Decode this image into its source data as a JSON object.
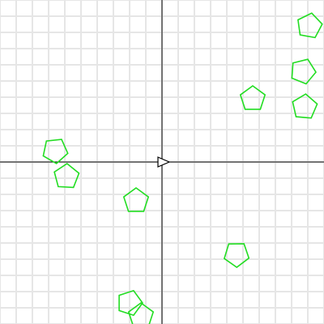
{
  "canvas": {
    "background_color": "#ffffff",
    "grid_color": "#e6e6e6",
    "axis_color": "#000000"
  },
  "grid": {
    "visible": true,
    "cell_units": 1,
    "x_range": [
      -10,
      10
    ],
    "y_range": [
      -10,
      10
    ]
  },
  "player": {
    "icon": "triangle-ship-icon",
    "heading": "right",
    "position": [
      0,
      0
    ],
    "color": "#000000"
  },
  "asteroids": {
    "color": "#22dd22",
    "items": [
      {
        "center": [
          9.1,
          8.4
        ],
        "rotation": 10
      },
      {
        "center": [
          8.7,
          5.6
        ],
        "rotation": 22
      },
      {
        "center": [
          8.8,
          3.4
        ],
        "rotation": 5
      },
      {
        "center": [
          5.6,
          3.9
        ],
        "rotation": 0
      },
      {
        "center": [
          -6.6,
          0.7
        ],
        "rotation": 30
      },
      {
        "center": [
          -5.9,
          -0.9
        ],
        "rotation": 75
      },
      {
        "center": [
          -1.6,
          -2.4
        ],
        "rotation": 0
      },
      {
        "center": [
          4.6,
          -5.7
        ],
        "rotation": 35
      },
      {
        "center": [
          -2.0,
          -8.7
        ],
        "rotation": 18
      },
      {
        "center": [
          -1.3,
          -9.5
        ],
        "rotation": 0
      }
    ]
  }
}
